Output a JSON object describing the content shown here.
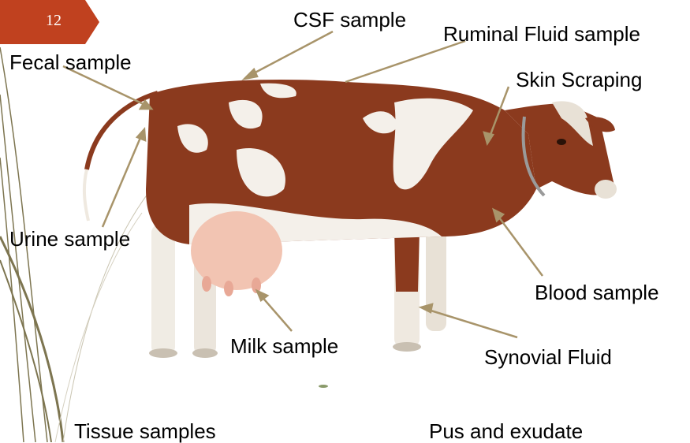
{
  "slide": {
    "page_number": "12",
    "accent_color": "#c0411f",
    "arrow_color": "#a8946a"
  },
  "labels": {
    "csf": "CSF sample",
    "ruminal": "Ruminal Fluid sample",
    "fecal": "Fecal sample",
    "skin": "Skin Scraping",
    "urine": "Urine sample",
    "blood": "Blood sample",
    "milk": "Milk sample",
    "synovial": "Synovial Fluid",
    "tissue": "Tissue samples",
    "pus": "Pus and exudate"
  },
  "image": {
    "subject": "cow-illustration",
    "body_color": "#8b3a1e",
    "patch_color": "#f4f0ea",
    "udder_color": "#f2c4b2"
  }
}
